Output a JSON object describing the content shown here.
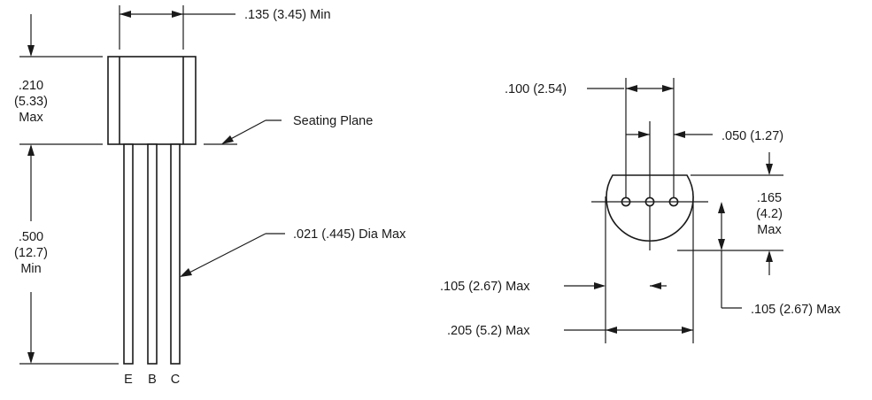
{
  "left_view": {
    "lead_spacing_dim": ".135 (3.45) Min",
    "body_height_dim": [
      ".210",
      "(5.33)",
      "Max"
    ],
    "seating_plane_label": "Seating Plane",
    "lead_length_dim": [
      ".500",
      "(12.7)",
      "Min"
    ],
    "lead_diameter_dim": ".021 (.445) Dia Max",
    "lead_labels": [
      "E",
      "B",
      "C"
    ]
  },
  "bottom_view": {
    "pitch_dim": ".100 (2.54)",
    "half_pitch_dim": ".050 (1.27)",
    "height_dim": [
      ".165",
      "(4.2)",
      "Max"
    ],
    "flat_offset_dim": ".105 (2.67) Max",
    "center_offset_dim": ".105 (2.67) Max",
    "width_dim": ".205 (5.2) Max"
  }
}
